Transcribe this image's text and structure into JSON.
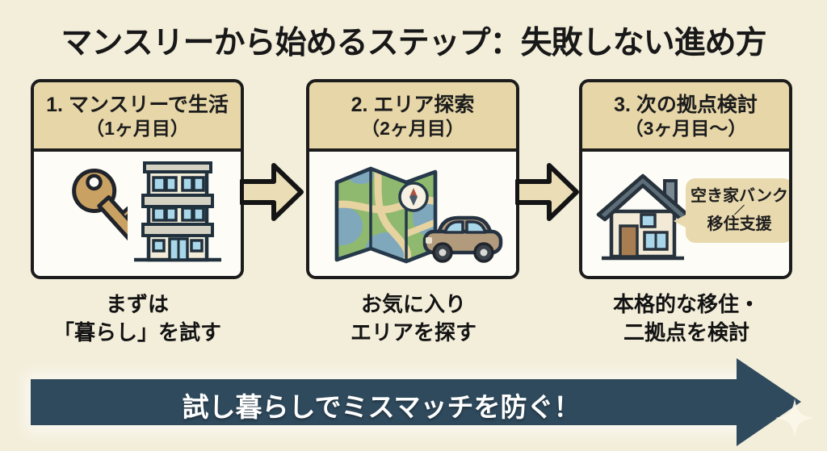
{
  "title": "マンスリーから始めるステップ：失敗しない進め方",
  "steps": [
    {
      "header": "1. マンスリーで生活",
      "sub": "（1ヶ月目）",
      "caption1": "まずは",
      "caption2": "「暮らし」を試す",
      "icons": [
        "key-icon",
        "apartment-building-icon"
      ]
    },
    {
      "header": "2. エリア探索",
      "sub": "（2ヶ月目）",
      "caption1": "お気に入り",
      "caption2": "エリアを探す",
      "icons": [
        "map-icon",
        "car-icon"
      ]
    },
    {
      "header": "3. 次の拠点検討",
      "sub": "（3ヶ月目〜）",
      "caption1": "本格的な移住・",
      "caption2": "二拠点を検討",
      "icons": [
        "house-icon"
      ],
      "bubble1": "空き家バンク",
      "bubble_slash": "／",
      "bubble2": "移住支援"
    }
  ],
  "banner": {
    "label": "試し暮らしでミスマッチを防ぐ！"
  },
  "colors": {
    "background": "#f3eeda",
    "card_header": "#e6d6a8",
    "card_body": "#fdfcf6",
    "outline": "#1c1c1c",
    "connector_arrow": "#ebdeb6",
    "banner_arrow": "#2f4a5d",
    "banner_text": "#ffffff",
    "bubble_bg": "#e8d9ae",
    "key": "#c9a263",
    "map_green": "#8fb96e",
    "map_water": "#7fa8bd",
    "map_road": "#e6d3a0",
    "car_body": "#b29a7d",
    "roof_gray": "#5d6e79",
    "door_brown": "#a97d52",
    "window_blue": "#a9d6e8"
  }
}
